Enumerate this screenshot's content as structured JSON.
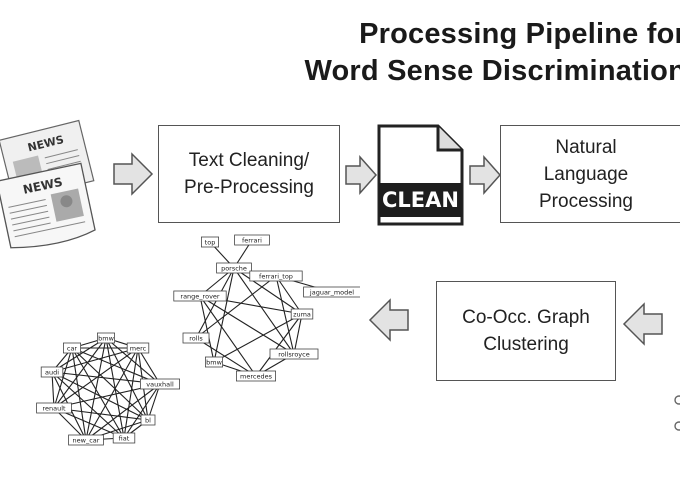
{
  "title": {
    "line1": "Processing Pipeline for",
    "line2": "Word Sense Discrimination"
  },
  "steps": {
    "text_cleaning": "Text Cleaning/\nPre-Processing",
    "clean_badge": "CLEAN",
    "nlp": "Natural\nLanguage\nProcessing",
    "clustering": "Co-Occ. Graph\nClustering"
  },
  "newspaper": {
    "masthead_1": "NEWS",
    "masthead_2": "NEWS"
  },
  "graph_a_nodes": [
    "top",
    "ferrari",
    "porsche",
    "ferrari_top",
    "range_rover",
    "jaguar_model",
    "zuma",
    "rolls",
    "bmw",
    "rollsroyce",
    "mercedes"
  ],
  "graph_b_nodes": [
    "car",
    "bmw",
    "merc",
    "audi",
    "vauxhall",
    "renault",
    "bl",
    "new_car",
    "fiat"
  ],
  "colors": {
    "arrow_fill": "#e3e3e3",
    "arrow_stroke": "#555555",
    "box_border": "#555555"
  }
}
